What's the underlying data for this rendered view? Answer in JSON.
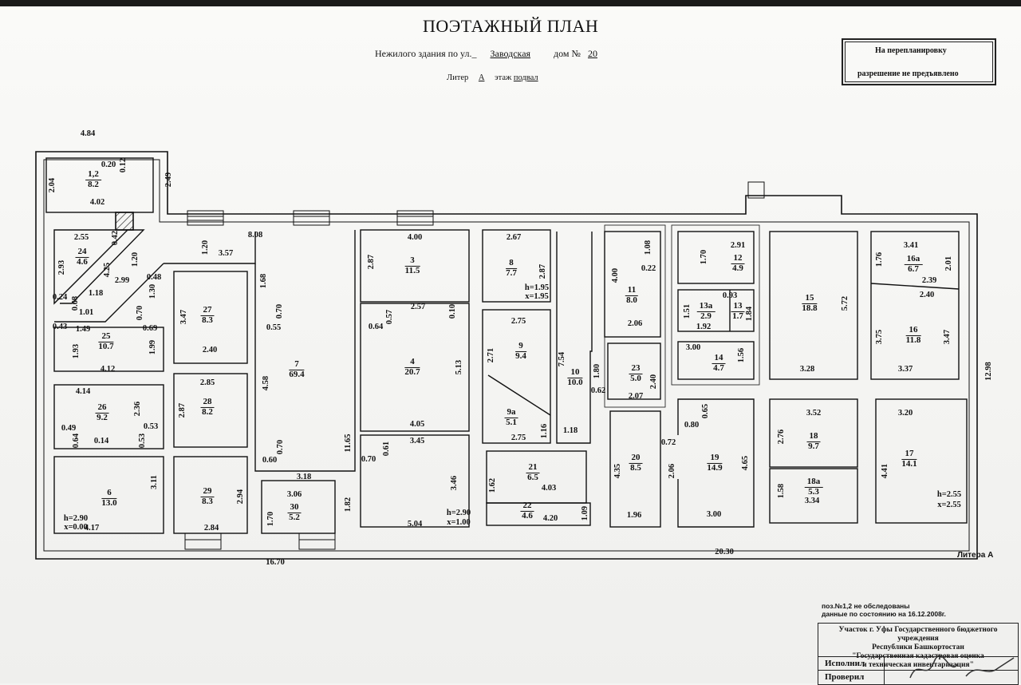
{
  "header": {
    "title": "ПОЭТАЖНЫЙ ПЛАН",
    "building_prefix": "Нежилого здания по ул._",
    "street": "Заводская",
    "house_prefix": "дом №",
    "house_number": "20",
    "liter_prefix": "Литер",
    "liter": "А",
    "floor_prefix": "этаж",
    "floor": "подвал"
  },
  "stamp": {
    "line1": "На   перепланировку",
    "line2": "разрешение  не  предъявлено"
  },
  "rooms": [
    {
      "num": "1,2",
      "area": "8.2"
    },
    {
      "num": "24",
      "area": "4.6"
    },
    {
      "num": "25",
      "area": "10.7"
    },
    {
      "num": "27",
      "area": "8.3"
    },
    {
      "num": "26",
      "area": "9.2"
    },
    {
      "num": "28",
      "area": "8.2"
    },
    {
      "num": "6",
      "area": "13.0"
    },
    {
      "num": "29",
      "area": "8.3"
    },
    {
      "num": "30",
      "area": "5.2"
    },
    {
      "num": "7",
      "area": "69.4"
    },
    {
      "num": "3",
      "area": "11.5"
    },
    {
      "num": "4",
      "area": "20.7"
    },
    {
      "num": "8",
      "area": "7.7"
    },
    {
      "num": "9",
      "area": "9.4"
    },
    {
      "num": "9а",
      "area": "5.1"
    },
    {
      "num": "10",
      "area": "10.0"
    },
    {
      "num": "21",
      "area": "6.5"
    },
    {
      "num": "22",
      "area": "4.6"
    },
    {
      "num": "11",
      "area": "8.0"
    },
    {
      "num": "23",
      "area": "5.0"
    },
    {
      "num": "20",
      "area": "8.5"
    },
    {
      "num": "19",
      "area": "14.9"
    },
    {
      "num": "12",
      "area": "4.9"
    },
    {
      "num": "13а",
      "area": "2.9"
    },
    {
      "num": "13",
      "area": "1.7"
    },
    {
      "num": "14",
      "area": "4.7"
    },
    {
      "num": "15",
      "area": "18.8"
    },
    {
      "num": "16а",
      "area": "6.7"
    },
    {
      "num": "16",
      "area": "11.8"
    },
    {
      "num": "18",
      "area": "9.7"
    },
    {
      "num": "18а",
      "area": "5.3"
    },
    {
      "num": "17",
      "area": "14.1"
    }
  ],
  "dimensions": [
    "4.84",
    "2.04",
    "0.20",
    "0.12",
    "4.02",
    "2.49",
    "2.55",
    "0.42",
    "2.93",
    "4.25",
    "1.20",
    "2.99",
    "1.18",
    "0.48",
    "1.30",
    "0.24",
    "0.68",
    "1.01",
    "0.70",
    "0.43",
    "1.49",
    "0.69",
    "1.93",
    "1.99",
    "4.12",
    "8.08",
    "1.20",
    "3.57",
    "1.68",
    "0.70",
    "0.55",
    "3.47",
    "2.40",
    "4.58",
    "2.85",
    "2.87",
    "4.14",
    "2.36",
    "0.49",
    "0.64",
    "0.14",
    "0.53",
    "0.53",
    "0.70",
    "0.60",
    "3.11",
    "2.94",
    "4.17",
    "2.84",
    "3.18",
    "3.06",
    "1.70",
    "1.82",
    "11.65",
    "4.00",
    "2.87",
    "2.57",
    "0.10",
    "0.64",
    "0.57",
    "5.13",
    "4.05",
    "0.70",
    "0.61",
    "3.45",
    "3.46",
    "5.04",
    "2.67",
    "2.87",
    "h=1.95",
    "x=1.95",
    "2.75",
    "2.71",
    "7.54",
    "1.80",
    "1.16",
    "2.75",
    "1.18",
    "1.62",
    "4.03",
    "4.20",
    "1.09",
    "0.62",
    "4.00",
    "1.08",
    "0.22",
    "2.06",
    "2.40",
    "2.07",
    "4.35",
    "1.96",
    "0.72",
    "2.06",
    "0.80",
    "0.65",
    "4.65",
    "3.00",
    "1.70",
    "2.91",
    "1.51",
    "0.93",
    "1.92",
    "1.84",
    "3.00",
    "1.56",
    "5.72",
    "3.28",
    "3.41",
    "1.76",
    "2.01",
    "2.39",
    "2.40",
    "3.75",
    "3.47",
    "3.37",
    "3.52",
    "2.76",
    "1.58",
    "3.34",
    "3.20",
    "4.41",
    "h=2.55",
    "x=2.55",
    "h=2.90",
    "x=0.00",
    "h=2.90",
    "x=1.00",
    "16.70",
    "20.30",
    "12.98"
  ],
  "litera_label": "Литера А",
  "notes": {
    "line1": "поз.№1,2  не обследованы",
    "line2": "данные по состоянию на 16.12.2008г."
  },
  "org_block": {
    "line1": "Участок г. Уфы Государственного бюджетного учреждения",
    "line2": "Республики Башкортостан",
    "line3": "\"Государственная кадастровая оценка",
    "line4": "и техническая инвентаризация\"",
    "executed_label": "Исполнил",
    "checked_label": "Проверил"
  }
}
